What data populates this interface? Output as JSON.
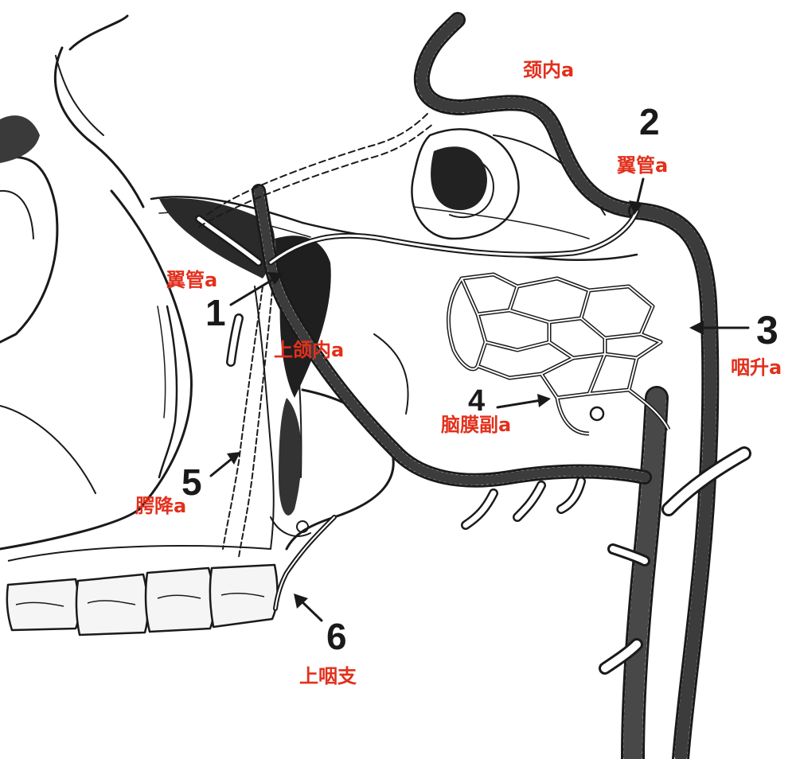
{
  "figure": {
    "label_color": "#e2301c",
    "line_color": "#1a1a1a",
    "numbers": [
      "1",
      "2",
      "3",
      "4",
      "5",
      "6"
    ],
    "labels": {
      "internal_carotid": "颈内a",
      "vidian_top": "翼管a",
      "vidian_left": "翼管a",
      "internal_maxillary": "上颌内a",
      "ascending_pharyngeal": "咽升a",
      "accessory_meningeal": "脑膜副a",
      "descending_palatine": "腭降a",
      "superior_pharyngeal": "上咽支"
    }
  }
}
